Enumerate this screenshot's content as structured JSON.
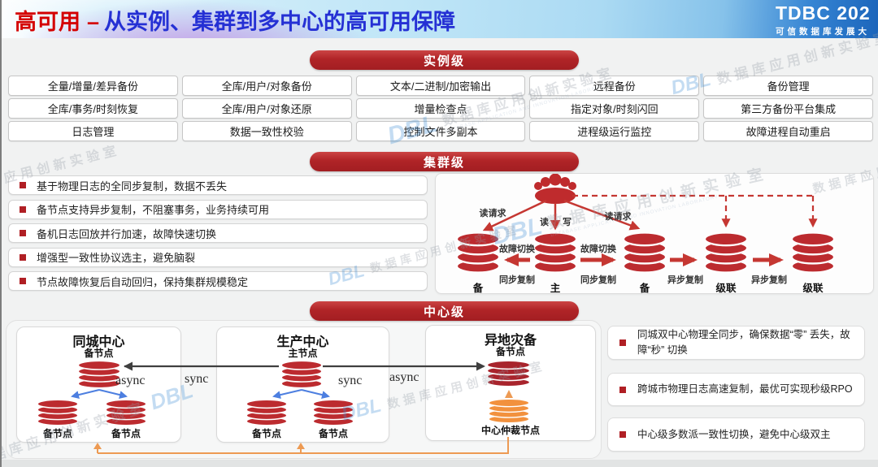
{
  "header": {
    "title_highlight": "高可用",
    "title_dash": "–",
    "title_rest": "从实例、集群到多中心的高可用保障",
    "conference_logo": "TDBC 202",
    "conference_subtitle": "可信数据库发展大"
  },
  "watermark": {
    "logo": "DBL",
    "text": "数据库应用创新实验室",
    "subtext": "DATABASE APPLICATION AND INNOVATION LABORATORY"
  },
  "colors": {
    "accent_red": "#b02427",
    "db_red": "#bc2b2f",
    "db_dark_red": "#a8242c",
    "db_orange": "#f2913d",
    "arrow_blue": "#4d7fe0",
    "arrow_orange": "#ed9a53",
    "title_blue": "#2530d4",
    "title_red": "#d40000"
  },
  "sections": {
    "instance": {
      "label": "实例级",
      "items": [
        "全量/增量/差异备份",
        "全库/用户/对象备份",
        "文本/二进制/加密输出",
        "远程备份",
        "备份管理",
        "全库/事务/时刻恢复",
        "全库/用户/对象还原",
        "增量检查点",
        "指定对象/时刻闪回",
        "第三方备份平台集成",
        "日志管理",
        "数据一致性校验",
        "控制文件多副本",
        "进程级运行监控",
        "故障进程自动重启"
      ]
    },
    "cluster": {
      "label": "集群级",
      "bullets": [
        "基于物理日志的全同步复制，数据不丢失",
        "备节点支持异步复制，不阻塞事务，业务持续可用",
        "备机日志回放并行加速，故障快速切换",
        "增强型一致性协议选主，避免脑裂",
        "节点故障恢复后自动回归，保持集群规模稳定"
      ],
      "diagram": {
        "read_request_left": "读请求",
        "read_label": "读",
        "write_label": "写",
        "read_request_right": "读请求",
        "failover_left": "故障切换",
        "failover_right": "故障切换",
        "sync_rep_left": "同步复制",
        "sync_rep_right": "同步复制",
        "async_rep_1": "异步复制",
        "async_rep_2": "异步复制",
        "nodes": [
          "备",
          "主",
          "备",
          "级联",
          "级联"
        ]
      }
    },
    "center": {
      "label": "中心级",
      "same_city": {
        "title": "同城中心",
        "top_node": "备节点",
        "left_node": "备节点",
        "right_node": "备节点"
      },
      "production": {
        "title": "生产中心",
        "top_node": "主节点",
        "left_node": "备节点",
        "right_node": "备节点"
      },
      "remote": {
        "title": "异地灾备",
        "top_node": "备节点",
        "arbiter_node": "中心仲裁节点"
      },
      "link_labels": [
        "async",
        "sync",
        "sync",
        "async"
      ],
      "bullets": [
        "同城双中心物理全同步，确保数据“零” 丢失，故障“秒” 切换",
        "跨城市物理日志高速复制，最优可实现秒级RPO",
        "中心级多数派一致性切换，避免中心级双主"
      ]
    }
  }
}
